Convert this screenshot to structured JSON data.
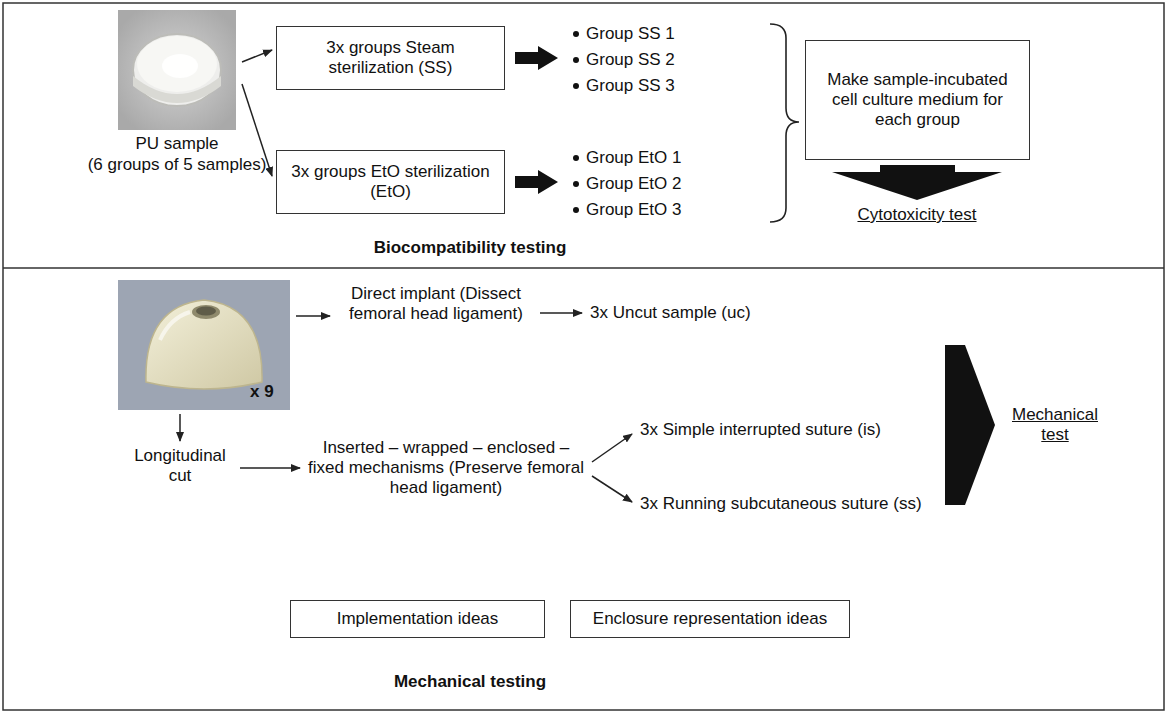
{
  "diagram": {
    "nodes": [
      {
        "text": [
          "3x groups Steam sterilization (SS)"
        ]
      },
      {
        "text": [
          "3x groups EtO sterilization (EtO)"
        ]
      },
      {
        "text": [
          "Make sample-incubated cell culture medium for each group"
        ]
      },
      {
        "text": [
          "Implementation ideas"
        ]
      },
      {
        "text": [
          "Enclosure representation ideas"
        ]
      }
    ],
    "labels": [
      "PU sample",
      "(6 groups of 5 samples)",
      "Group SS 1",
      "Group SS 2",
      "Group SS 3",
      "Group EtO 1",
      "Group EtO 2",
      "Group EtO 3",
      "Cytotoxicity test",
      "Biocompatibility testing",
      "x 9",
      "Direct implant (Dissect femoral head ligament)",
      "3x Uncut sample (uc)",
      "Longitudinal cut",
      "Inserted – wrapped – enclosed – fixed mechanisms (Preserve femoral head ligament)",
      "3x Simple interrupted suture (is)",
      "3x Running subcutaneous suture (ss)",
      "Mechanical test",
      "Mechanical testing"
    ]
  }
}
